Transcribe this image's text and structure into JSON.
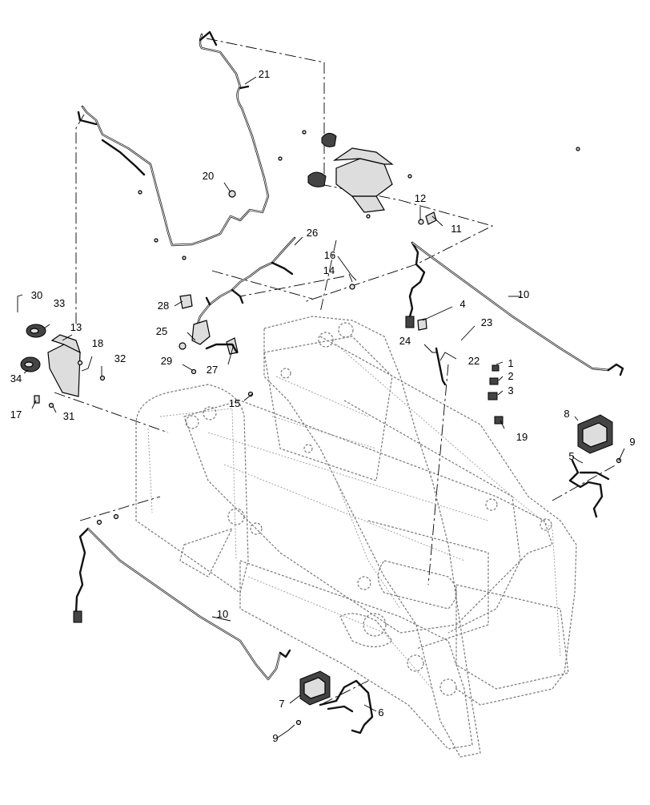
{
  "callouts": [
    {
      "id": "c1",
      "text": "1"
    },
    {
      "id": "c2",
      "text": "2"
    },
    {
      "id": "c3",
      "text": "3"
    },
    {
      "id": "c4",
      "text": "4"
    },
    {
      "id": "c5",
      "text": "5"
    },
    {
      "id": "c6",
      "text": "6"
    },
    {
      "id": "c7",
      "text": "7"
    },
    {
      "id": "c8",
      "text": "8"
    },
    {
      "id": "c9a",
      "text": "9"
    },
    {
      "id": "c9b",
      "text": "9"
    },
    {
      "id": "c10a",
      "text": "10"
    },
    {
      "id": "c10b",
      "text": "10"
    },
    {
      "id": "c11",
      "text": "11"
    },
    {
      "id": "c12",
      "text": "12"
    },
    {
      "id": "c13",
      "text": "13"
    },
    {
      "id": "c14",
      "text": "14"
    },
    {
      "id": "c15",
      "text": "15"
    },
    {
      "id": "c16",
      "text": "16"
    },
    {
      "id": "c17",
      "text": "17"
    },
    {
      "id": "c18",
      "text": "18"
    },
    {
      "id": "c19",
      "text": "19"
    },
    {
      "id": "c20",
      "text": "20"
    },
    {
      "id": "c21",
      "text": "21"
    },
    {
      "id": "c22",
      "text": "22"
    },
    {
      "id": "c23",
      "text": "23"
    },
    {
      "id": "c24",
      "text": "24"
    },
    {
      "id": "c25",
      "text": "25"
    },
    {
      "id": "c26",
      "text": "26"
    },
    {
      "id": "c27",
      "text": "27"
    },
    {
      "id": "c28",
      "text": "28"
    },
    {
      "id": "c29",
      "text": "29"
    },
    {
      "id": "c30",
      "text": "30"
    },
    {
      "id": "c31",
      "text": "31"
    },
    {
      "id": "c32",
      "text": "32"
    },
    {
      "id": "c33",
      "text": "33"
    },
    {
      "id": "c34",
      "text": "34"
    }
  ],
  "colors": {
    "line": "#000000",
    "frame": "#777777",
    "background": "#ffffff"
  }
}
